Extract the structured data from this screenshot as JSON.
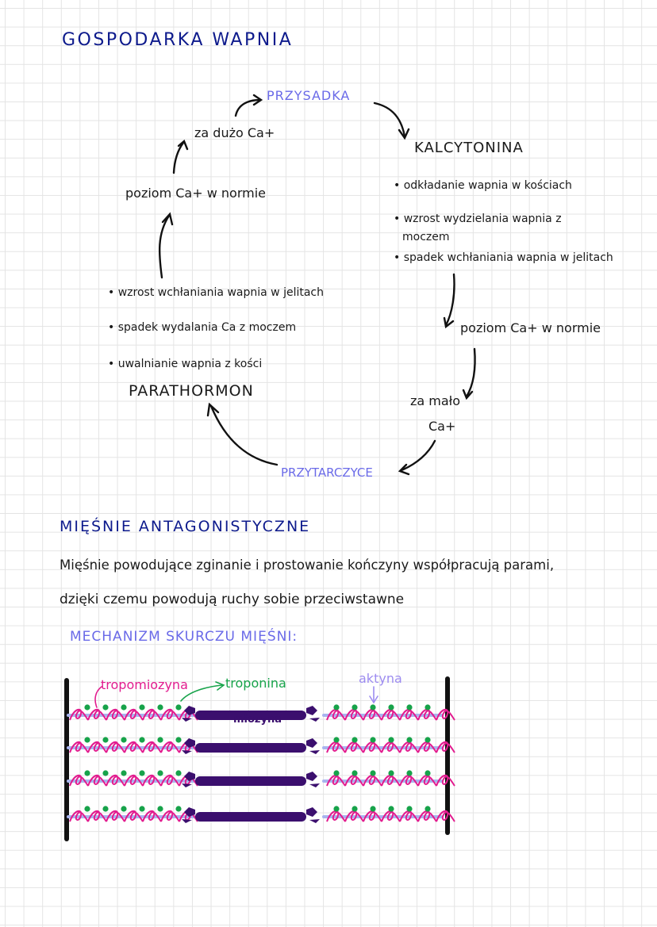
{
  "title": "GOSPODARKA WAPNIA",
  "cycle": {
    "przysadka": "PRZYSADKA",
    "za_duzo": "za dużo Ca+",
    "kalcytonina": "KALCYTONINA",
    "kalcytonina_effects": [
      "• odkładanie wapnia w kościach",
      "• wzrost wydzielania wapnia z",
      "moczem",
      "• spadek wchłaniania wapnia w jelitach"
    ],
    "poziom_right": "poziom Ca+ w normie",
    "za_malo": "za mało",
    "za_malo_ca": "Ca+",
    "przytarczyce": "PRZYTARCZYCE",
    "parathormon": "PARATHORMON",
    "parathormon_effects": [
      "• wzrost wchłaniania wapnia w jelitach",
      "• spadek wydalania Ca z moczem",
      "• uwalnianie wapnia z kości"
    ],
    "poziom_left": "poziom Ca+ w normie"
  },
  "section2": {
    "heading": "MIĘŚNIE ANTAGONISTYCZNE",
    "paragraph_line1": "Mięśnie powodujące zginanie i prostowanie kończyny współpracują parami,",
    "paragraph_line2": "dzięki czemu powodują ruchy sobie przeciwstawne",
    "subheading": "MECHANIZM SKURCZU MIĘŚNI:"
  },
  "muscle_diagram": {
    "tropomiozyna": "tropomiozyna",
    "troponina": "troponina",
    "aktyna": "aktyna",
    "miozyna": "miozyna"
  },
  "colors": {
    "navy": "#0d1a8c",
    "lavender": "#6a6ae8",
    "magenta": "#e21c8f",
    "green": "#17a34a",
    "actin_blue": "#a9b4ef",
    "myosin": "#3b0f6e"
  }
}
